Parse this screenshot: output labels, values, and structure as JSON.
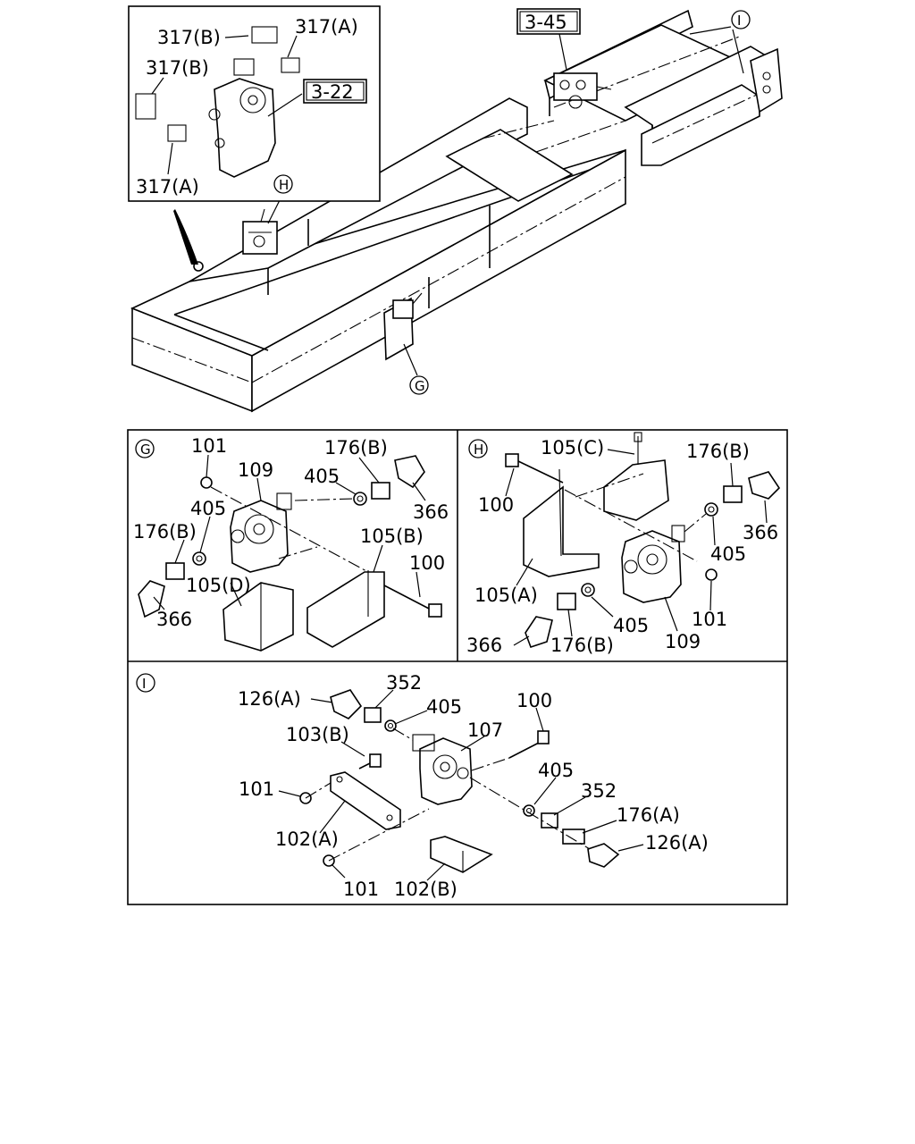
{
  "top_view": {
    "inset_callouts": {
      "c317b_top": "317(B)",
      "c317a_top": "317(A)",
      "c317b_left": "317(B)",
      "c317a_bottom": "317(A)"
    },
    "refs": {
      "ref_322": "3-22",
      "ref_345": "3-45"
    },
    "markers": {
      "marker_h": "H",
      "marker_i": "I",
      "marker_g": "G"
    }
  },
  "panels": {
    "g": {
      "marker": "G",
      "callouts": {
        "c101": "101",
        "c109": "109",
        "c405_top": "405",
        "c176b_top": "176(B)",
        "c366_right": "366",
        "c405_left": "405",
        "c176b_left": "176(B)",
        "c105b": "105(B)",
        "c100": "100",
        "c105d": "105(D)",
        "c366_left": "366"
      }
    },
    "h": {
      "marker": "H",
      "callouts": {
        "c105c": "105(C)",
        "c176b_top": "176(B)",
        "c100": "100",
        "c366_right": "366",
        "c405_right": "405",
        "c105a": "105(A)",
        "c101": "101",
        "c405_bottom": "405",
        "c366_left": "366",
        "c176b_bottom": "176(B)",
        "c109": "109"
      }
    },
    "i": {
      "marker": "I",
      "callouts": {
        "c352_top": "352",
        "c126a_top": "126(A)",
        "c405_top": "405",
        "c100": "100",
        "c103b": "103(B)",
        "c107": "107",
        "c101_left": "101",
        "c405_right": "405",
        "c352_right": "352",
        "c176a": "176(A)",
        "c102a": "102(A)",
        "c126a_right": "126(A)",
        "c101_bottom": "101",
        "c102b": "102(B)"
      }
    }
  }
}
